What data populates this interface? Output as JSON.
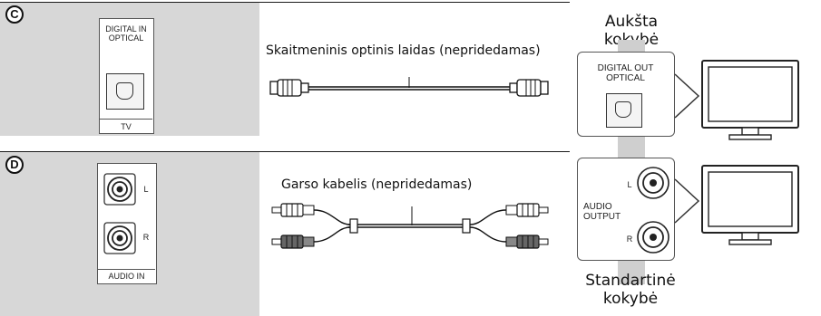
{
  "section_c": {
    "letter": "C",
    "panel_label": "DIGITAL IN\nOPTICAL",
    "panel_footer": "TV",
    "cable_label": "Skaitmeninis optinis laidas (nepridedamas)"
  },
  "section_d": {
    "letter": "D",
    "jack_left": "L",
    "jack_right": "R",
    "panel_footer": "AUDIO IN",
    "cable_label": "Garso kabelis (nepridedamas)"
  },
  "player": {
    "digital_out_label": "DIGITAL OUT\nOPTICAL",
    "audio_output_label": "AUDIO\nOUTPUT",
    "jack_l": "L",
    "jack_r": "R"
  },
  "quality": {
    "high": "Aukšta kokybė",
    "standard": "Standartinė\nkokybė"
  },
  "colors": {
    "panel_gray": "#d7d7d7",
    "line": "#1a1a1a"
  }
}
